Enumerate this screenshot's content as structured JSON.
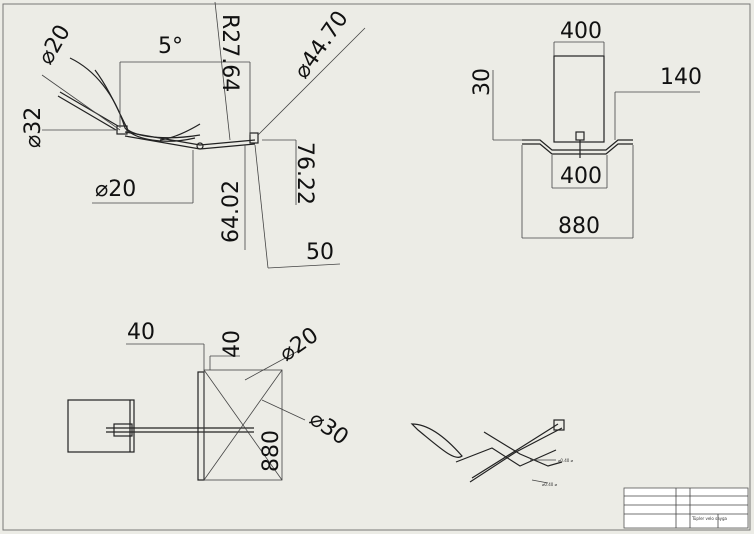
{
  "views": {
    "side": {
      "dims": {
        "dia20_top": "⌀20",
        "angle": "5°",
        "radius": "R27.64",
        "dia44": "⌀44.70",
        "dia32": "⌀32",
        "dia20_low": "⌀20",
        "d6402": "64.02",
        "d7622": "76.22",
        "d50": "50"
      }
    },
    "front": {
      "dims": {
        "w400_top": "400",
        "h30": "30",
        "w140": "140",
        "w400_low": "400",
        "w880": "880"
      }
    },
    "top": {
      "dims": {
        "d40_h": "40",
        "d40_v": "40",
        "dia20": "⌀20",
        "dia30": "⌀30",
        "d880": "880"
      }
    },
    "iso": {
      "labels": [
        "⌀0.40 ⌀",
        "⌀0.40 ⌀"
      ]
    }
  },
  "title_block": {
    "title": "Tüpler velo sayga",
    "cells": [
      "",
      "",
      "",
      "",
      "",
      ""
    ]
  },
  "colors": {
    "sheet_bg": "#ecece6",
    "line": "#333333"
  }
}
